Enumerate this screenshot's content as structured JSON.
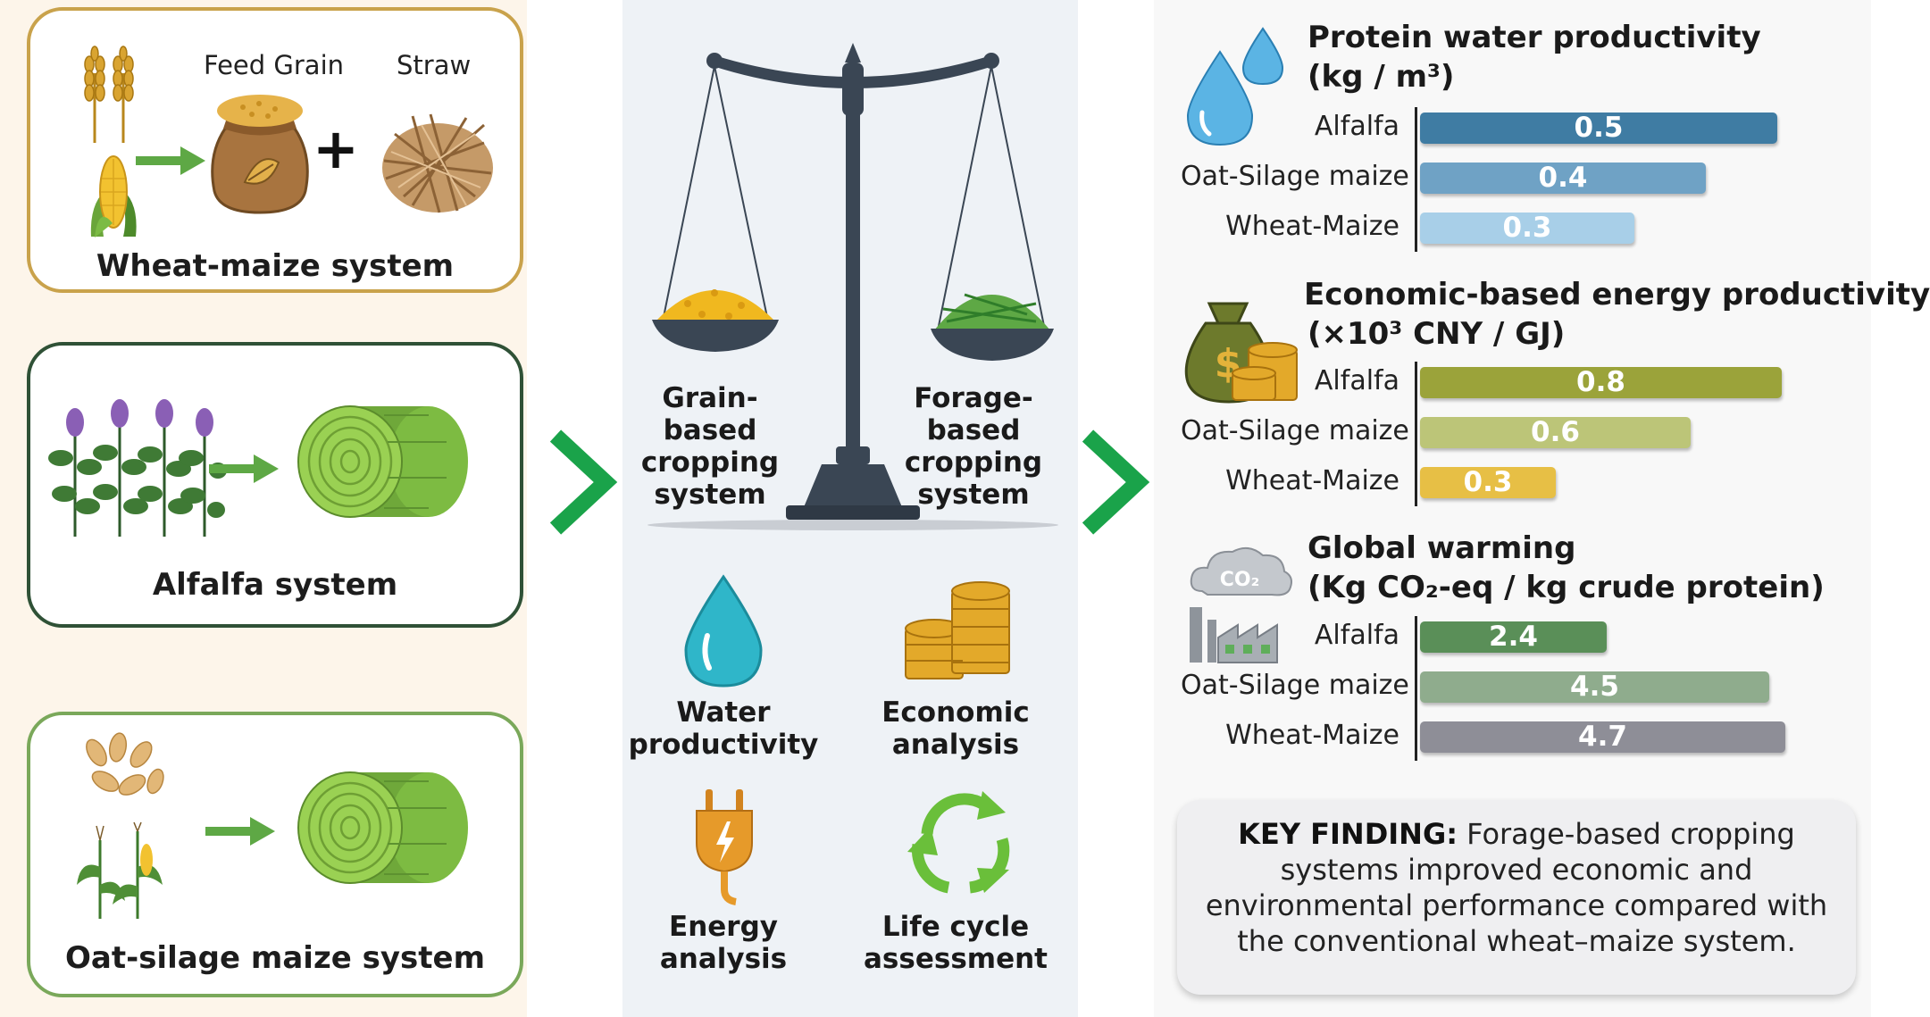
{
  "left": {
    "wheat_maize": {
      "title": "Wheat-maize system",
      "feed_grain_label": "Feed Grain",
      "straw_label": "Straw",
      "plus": "+"
    },
    "alfalfa": {
      "title": "Alfalfa system"
    },
    "oat_silage": {
      "title": "Oat-silage maize system"
    }
  },
  "middle": {
    "grain_based": "Grain-based cropping system",
    "forage_based": "Forage-based cropping system",
    "methods": {
      "water": "Water productivity",
      "economic": "Economic analysis",
      "energy": "Energy analysis",
      "lca": "Life cycle assessment"
    }
  },
  "right": {
    "protein_title_line1": "Protein water productivity",
    "protein_title_line2": "(kg / m³)",
    "energy_title_line1": "Economic-based energy productivity",
    "energy_title_line2": "(×10³ CNY / GJ)",
    "gw_title_line1": "Global warming",
    "gw_title_line2": "(Kg CO₂-eq / kg crude protein)",
    "co2_label": "CO₂"
  },
  "chart_data": [
    {
      "type": "bar",
      "orientation": "horizontal",
      "title": "Protein water productivity (kg / m³)",
      "categories": [
        "Alfalfa",
        "Oat-Silage maize",
        "Wheat-Maize"
      ],
      "values": [
        0.5,
        0.4,
        0.3
      ],
      "labels": [
        "0.5",
        "0.4",
        "0.3"
      ],
      "colors": [
        "#3f7ca3",
        "#6fa2c5",
        "#a8cfe8"
      ],
      "xlim": [
        0,
        0.55
      ]
    },
    {
      "type": "bar",
      "orientation": "horizontal",
      "title": "Economic-based energy productivity (×10³ CNY / GJ)",
      "categories": [
        "Alfalfa",
        "Oat-Silage maize",
        "Wheat-Maize"
      ],
      "values": [
        0.8,
        0.6,
        0.3
      ],
      "labels": [
        "0.8",
        "0.6",
        "0.3"
      ],
      "colors": [
        "#9ba33a",
        "#bcc578",
        "#e7bf45"
      ],
      "xlim": [
        0,
        0.87
      ]
    },
    {
      "type": "bar",
      "orientation": "horizontal",
      "title": "Global warming (Kg CO₂-eq / kg crude protein)",
      "categories": [
        "Alfalfa",
        "Oat-Silage maize",
        "Wheat-Maize"
      ],
      "values": [
        2.4,
        4.5,
        4.7
      ],
      "labels": [
        "2.4",
        "4.5",
        "4.7"
      ],
      "colors": [
        "#5a8f58",
        "#8fac8d",
        "#8e8e97"
      ],
      "xlim": [
        0,
        5.06
      ]
    }
  ],
  "key_finding": {
    "label": "KEY FINDING:",
    "text": " Forage-based cropping systems improved economic and environmental performance compared with the conventional wheat–maize system."
  },
  "colors": {
    "left_bg": "#fdf5ea",
    "mid_bg": "#eef2f6",
    "right_bg": "#f7f7f7",
    "arrow": "#1aa34a",
    "card1_border": "#c9a24b",
    "card2_border": "#2f5136",
    "card3_border": "#7aa85a"
  }
}
